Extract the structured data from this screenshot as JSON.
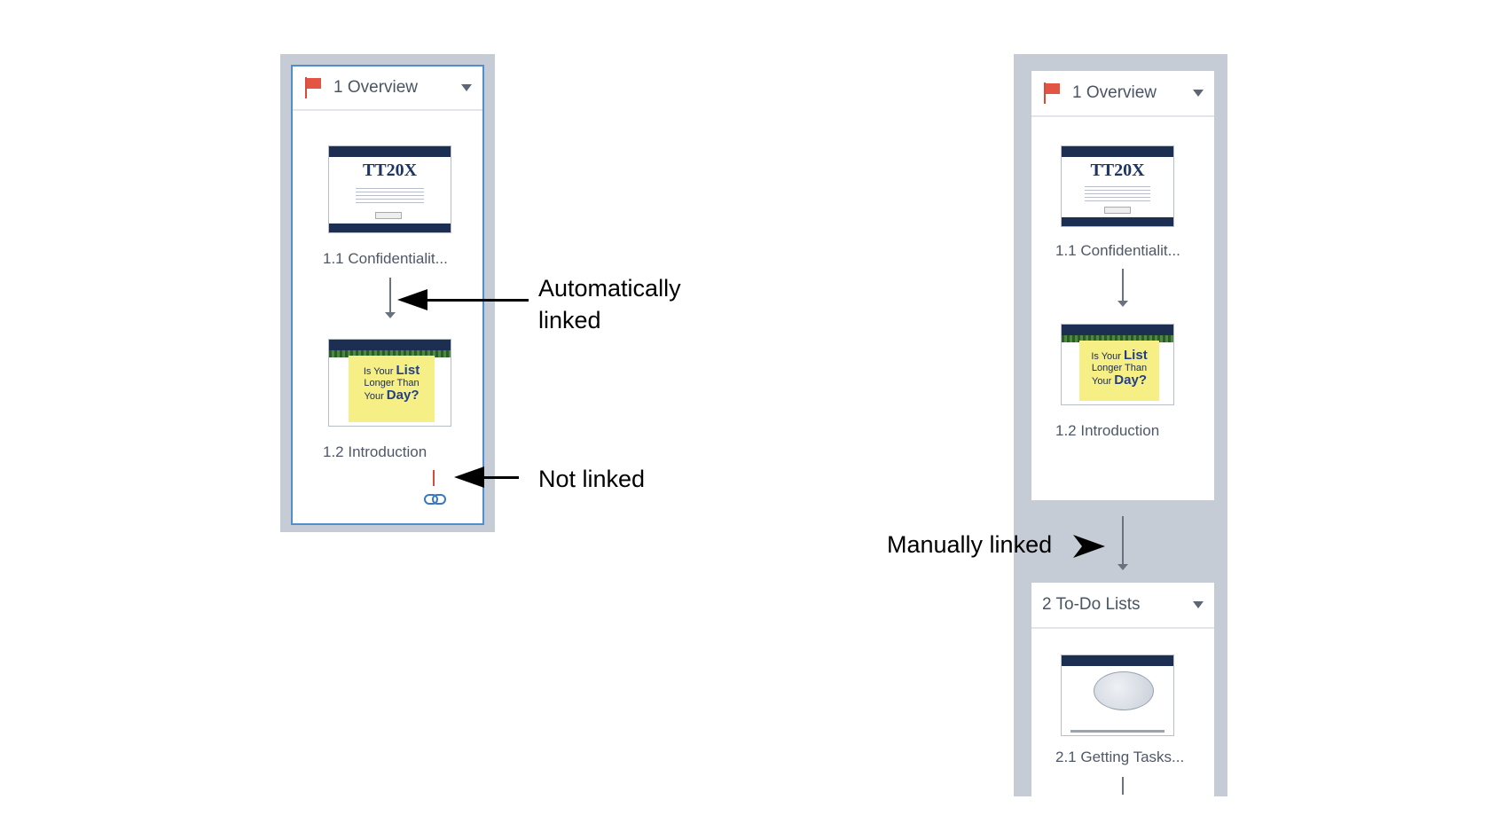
{
  "left_panel": {
    "scene_title": "1 Overview",
    "slides": [
      {
        "label": "1.1 Confidentialit...",
        "thumb_text": "TT20X"
      },
      {
        "label": "1.2 Introduction",
        "thumb_lines": [
          "Is Your",
          "List",
          "Longer Than",
          "Your",
          "Day?"
        ]
      }
    ]
  },
  "right_panel": {
    "scene1_title": "1 Overview",
    "scene1_slides": [
      {
        "label": "1.1 Confidentialit...",
        "thumb_text": "TT20X"
      },
      {
        "label": "1.2 Introduction",
        "thumb_lines": [
          "Is Your",
          "List",
          "Longer Than",
          "Your",
          "Day?"
        ]
      }
    ],
    "scene2_title": "2 To-Do Lists",
    "scene2_slides": [
      {
        "label": "2.1 Getting Tasks..."
      }
    ]
  },
  "annotations": {
    "auto_line1": "Automatically",
    "auto_line2": "linked",
    "not_linked": "Not linked",
    "manual": "Manually linked"
  },
  "colors": {
    "flag": "#e25544",
    "panel_border": "#4f8fd0",
    "frame": "#c6ccd5",
    "link_icon": "#3a78c3"
  },
  "icons": [
    "flag-icon",
    "dropdown-caret-icon",
    "link-icon"
  ]
}
